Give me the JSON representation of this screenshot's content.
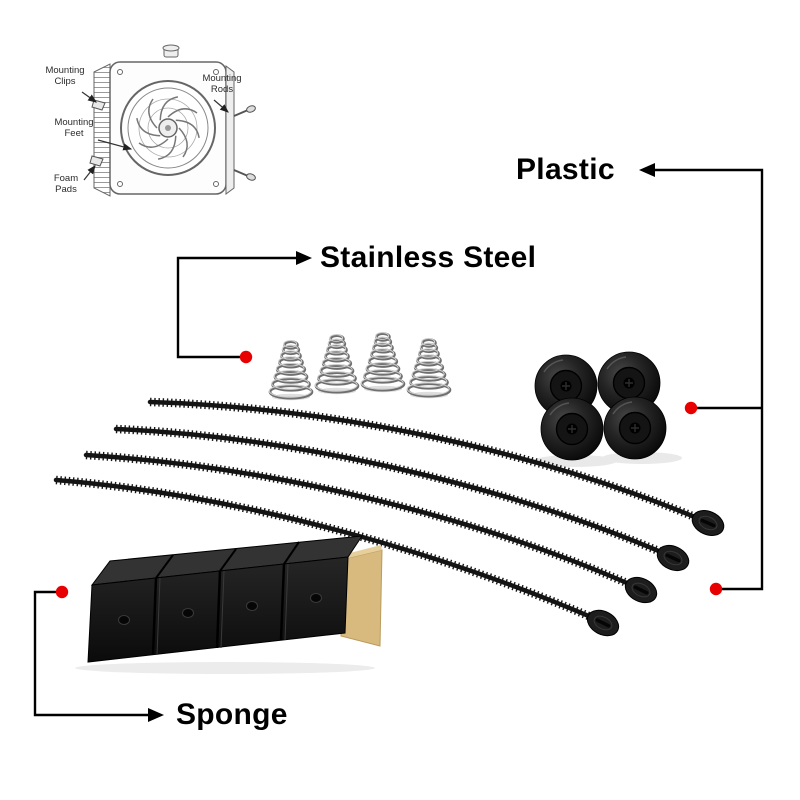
{
  "colors": {
    "background": "#ffffff",
    "accent_red": "#e80000",
    "text": "#000000",
    "part_black": "#161616",
    "adhesive_tan": "#d9ba7e",
    "steel_gray": "#6f6f6f"
  },
  "callouts": {
    "plastic": {
      "label": "Plastic"
    },
    "stainless_steel": {
      "label": "Stainless Steel"
    },
    "sponge": {
      "label": "Sponge"
    }
  },
  "diagram": {
    "labels": {
      "mounting_clips": "Mounting Clips",
      "mounting_rods": "Mounting Rods",
      "mounting_feet": "Mounting Feet",
      "foam_pads": "Foam Pads"
    }
  },
  "parts": {
    "springs": {
      "icon": "coil-spring-icon",
      "count": 4
    },
    "discs": {
      "icon": "plastic-disc-icon",
      "count": 4
    },
    "rod_ties": {
      "icon": "mounting-rod-tie-icon",
      "count": 4
    },
    "foam_block": {
      "icon": "foam-pad-block-icon",
      "segments": 4
    }
  }
}
